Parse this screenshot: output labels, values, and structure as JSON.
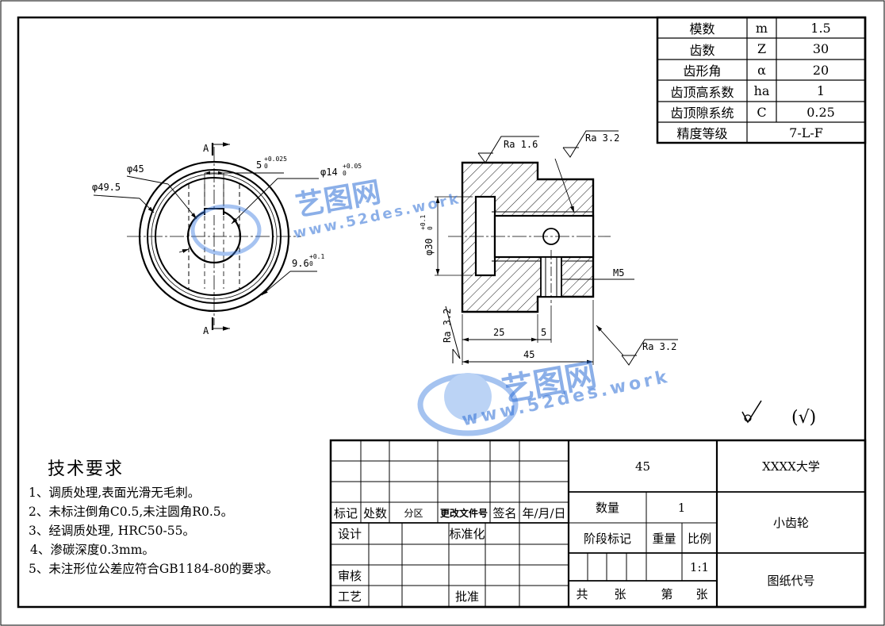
{
  "gear_params": [
    {
      "name": "模数",
      "sym": "m",
      "val": "1.5"
    },
    {
      "name": "齿数",
      "sym": "Z",
      "val": "30"
    },
    {
      "name": "齿形角",
      "sym": "α",
      "val": "20"
    },
    {
      "name": "齿顶高系数",
      "sym": "ha",
      "val": "1"
    },
    {
      "name": "齿顶隙系统",
      "sym": "C",
      "val": "0.25"
    },
    {
      "name": "精度等级",
      "sym": "",
      "val": "7-L-F"
    }
  ],
  "left_view": {
    "section_a_top": "A",
    "section_a_bottom": "A",
    "dim_d45": "φ45",
    "dim_d495": "φ49.5",
    "dim_key_width": "5",
    "dim_key_width_tol_up": "+0.025",
    "dim_key_width_tol_low": "0",
    "dim_bore": "φ14",
    "dim_bore_tol_up": "+0.05",
    "dim_bore_tol_low": "0",
    "dim_keyway": "9.6",
    "dim_keyway_tol_up": "+0.1",
    "dim_keyway_tol_low": "0"
  },
  "section_view": {
    "ra_top1": "Ra 1.6",
    "ra_top2": "Ra 3.2",
    "ra_left": "Ra 3.2",
    "ra_right": "Ra 3.2",
    "dim_d30": "φ30",
    "dim_d30_tol_up": "+0.1",
    "dim_d30_tol_low": "0",
    "thread": "M5",
    "dim_25": "25",
    "dim_5": "5",
    "dim_45": "45"
  },
  "roughness_note": "(√)",
  "notes": {
    "title": "技术要求",
    "items": [
      "1、调质处理,表面光滑无毛刺。",
      "2、未标注倒角C0.5,未注圆角R0.5。",
      "3、经调质处理, HRC50-55。",
      "4、渗碳深度0.3mm。",
      "5、未注形位公差应符合GB1184-80的要求。"
    ]
  },
  "title_block": {
    "material": "45",
    "school": "XXXX大学",
    "part_name": "小齿轮",
    "drawing_no": "图纸代号",
    "qty_label": "数量",
    "qty_value": "1",
    "stage_label": "阶段标记",
    "weight_label": "重量",
    "scale_label": "比例",
    "scale_value": "1:1",
    "total_label": "共",
    "sheet_label": "张",
    "page_label": "第",
    "page_sheet_label": "张",
    "mark": "标记",
    "count": "处数",
    "zone": "分区",
    "change_doc": "更改文件号",
    "sign": "签名",
    "date": "年/月/日",
    "design": "设计",
    "standard": "标准化",
    "review": "审核",
    "process": "工艺",
    "approve": "批准"
  },
  "watermark": {
    "brand": "艺图网",
    "url": "www.52des.work"
  }
}
